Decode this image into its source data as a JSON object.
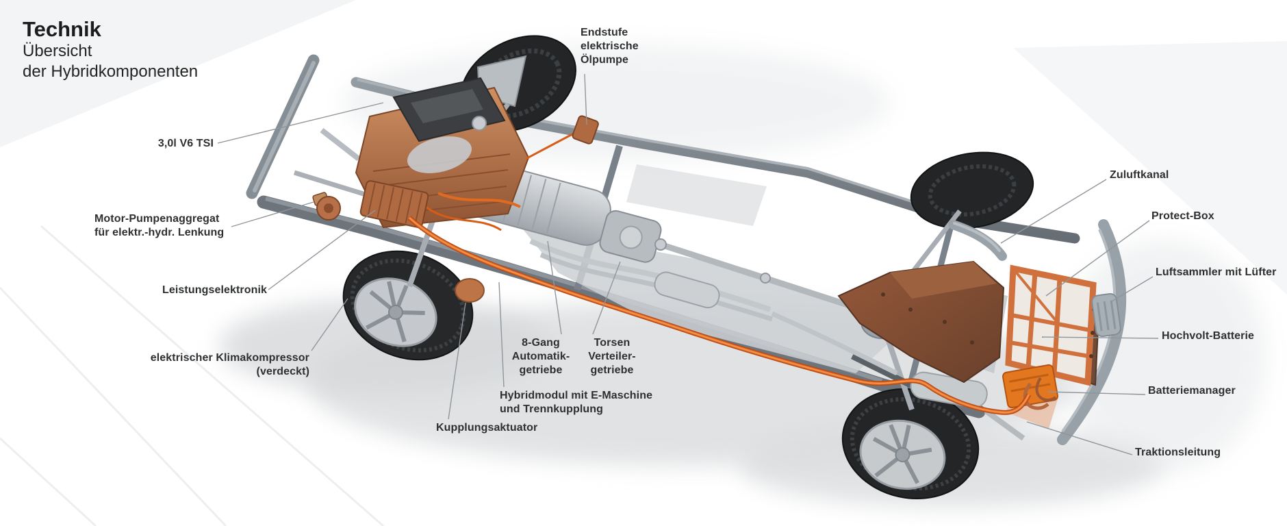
{
  "header": {
    "title": "Technik",
    "subtitle_line1": "Übersicht",
    "subtitle_line2": "der Hybridkomponenten"
  },
  "labels": {
    "engine": {
      "lines": [
        "3,0l V6 TSI"
      ]
    },
    "motor_pump": {
      "lines": [
        "Motor-Pumpenaggregat",
        "für elektr.-hydr. Lenkung"
      ]
    },
    "power_electronics": {
      "lines": [
        "Leistungselektronik"
      ]
    },
    "climate_compressor": {
      "lines": [
        "elektrischer Klimakompressor",
        "(verdeckt)"
      ]
    },
    "clutch_actuator": {
      "lines": [
        "Kupplungsaktuator"
      ]
    },
    "hybrid_module": {
      "lines": [
        "Hybridmodul mit E-Maschine",
        "und Trennkupplung"
      ]
    },
    "gearbox": {
      "lines": [
        "8-Gang",
        "Automatik-",
        "getriebe"
      ]
    },
    "torsen": {
      "lines": [
        "Torsen",
        "Verteiler-",
        "getriebe"
      ]
    },
    "oil_pump": {
      "lines": [
        "Endstufe",
        "elektrische",
        "Ölpumpe"
      ]
    },
    "air_duct": {
      "lines": [
        "Zuluftkanal"
      ]
    },
    "protect_box": {
      "lines": [
        "Protect-Box"
      ]
    },
    "air_collector": {
      "lines": [
        "Luftsammler mit Lüfter"
      ]
    },
    "hv_battery": {
      "lines": [
        "Hochvolt-Batterie"
      ]
    },
    "battery_manager": {
      "lines": [
        "Batteriemanager"
      ]
    },
    "traction_line": {
      "lines": [
        "Traktionsleitung"
      ]
    }
  },
  "colors": {
    "background": "#ffffff",
    "text": "#2d2f31",
    "leader_line": "#8f969c",
    "frame_gray": "#7d858c",
    "silver": "#c6cacd",
    "copper_engine": "#b5724a",
    "cable_orange": "#e0661c",
    "battery_frame_orange": "#d0713d",
    "tire_black": "#232527",
    "shadow_gray": "#dcdee0"
  }
}
